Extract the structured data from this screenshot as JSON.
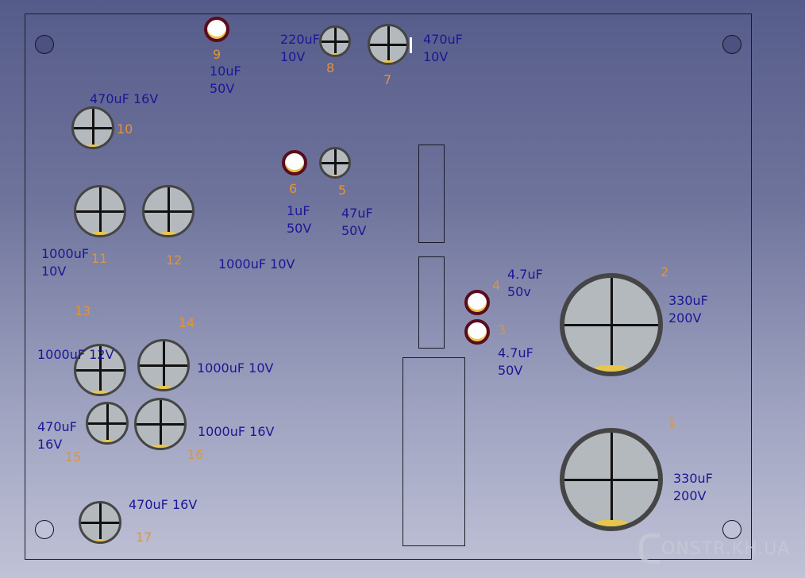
{
  "colors": {
    "label": "#1b1696",
    "number": "#e29437",
    "capacitor_body": "#b4b9bd",
    "polarity_mark": "#e8c64b"
  },
  "components": [
    {
      "id": "c1",
      "number": "1",
      "label": "330uF\n200V",
      "type": "electrolytic"
    },
    {
      "id": "c2",
      "number": "2",
      "label": "330uF\n200V",
      "type": "electrolytic"
    },
    {
      "id": "c3",
      "number": "3",
      "label": "4.7uF\n50V",
      "type": "ceramic"
    },
    {
      "id": "c4",
      "number": "4",
      "label": "4.7uF\n50v",
      "type": "ceramic"
    },
    {
      "id": "c5",
      "number": "5",
      "label": "47uF\n50V",
      "type": "electrolytic"
    },
    {
      "id": "c6",
      "number": "6",
      "label": "1uF\n50V",
      "type": "ceramic"
    },
    {
      "id": "c7",
      "number": "7",
      "label": "470uF\n10V",
      "type": "electrolytic"
    },
    {
      "id": "c8",
      "number": "8",
      "label": "220uF\n10V",
      "type": "electrolytic"
    },
    {
      "id": "c9",
      "number": "9",
      "label": "10uF\n50V",
      "type": "ceramic"
    },
    {
      "id": "c10",
      "number": "10",
      "label": "470uF 16V",
      "type": "electrolytic"
    },
    {
      "id": "c11",
      "number": "11",
      "label": "1000uF\n10V",
      "type": "electrolytic"
    },
    {
      "id": "c12",
      "number": "12",
      "label": "1000uF 10V",
      "type": "electrolytic"
    },
    {
      "id": "c13",
      "number": "13",
      "label": "1000uF 12V",
      "type": "electrolytic"
    },
    {
      "id": "c14",
      "number": "14",
      "label": "1000uF 10V",
      "type": "electrolytic"
    },
    {
      "id": "c15",
      "number": "15",
      "label": "470uF\n16V",
      "type": "electrolytic"
    },
    {
      "id": "c16",
      "number": "16",
      "label": "1000uF 16V",
      "type": "electrolytic"
    },
    {
      "id": "c17",
      "number": "17",
      "label": "470uF 16V",
      "type": "electrolytic"
    }
  ],
  "watermark": "ONSTR.KH.UA"
}
